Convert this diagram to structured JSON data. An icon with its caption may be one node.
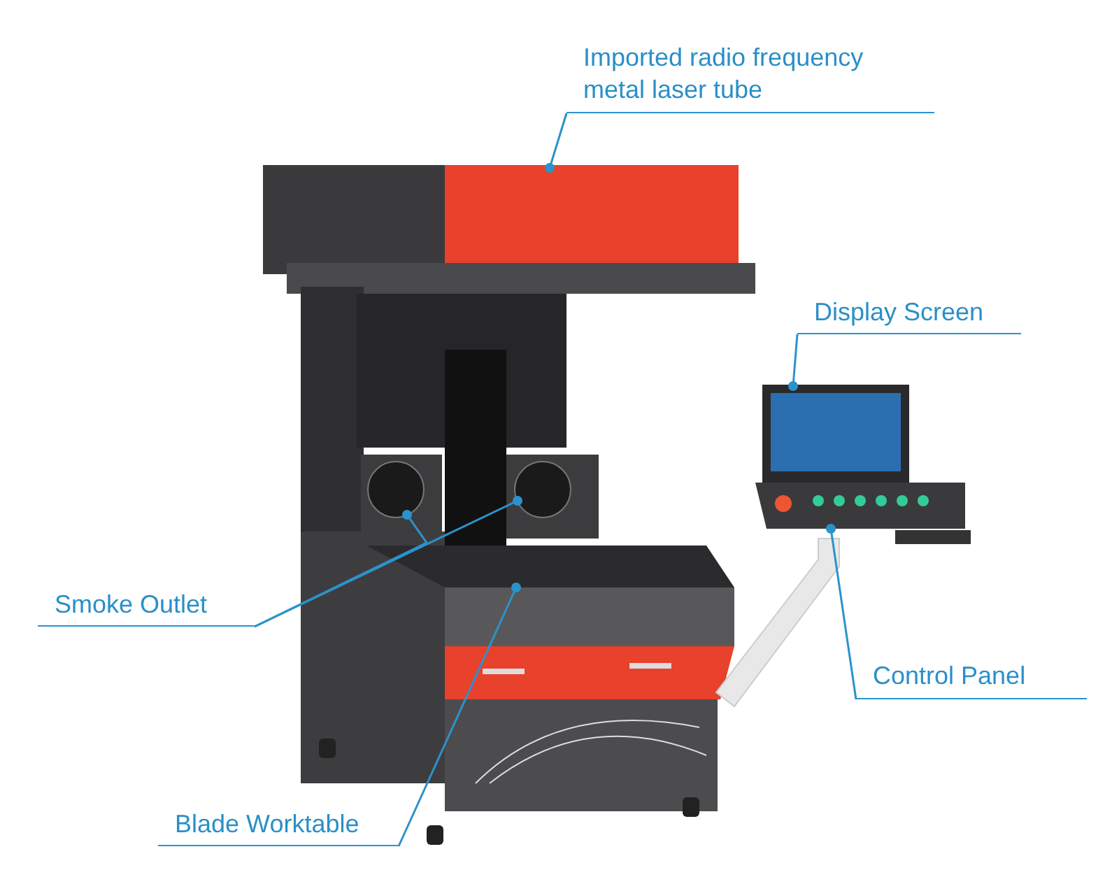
{
  "diagram": {
    "nodes": [
      {
        "text": [
          "Imported radio frequency metal laser tube"
        ]
      },
      {
        "text": [
          "Display Screen"
        ]
      },
      {
        "text": [
          "Smoke Outlet"
        ]
      },
      {
        "text": [
          "Control Panel"
        ]
      },
      {
        "text": [
          "Blade Worktable"
        ]
      },
      {
        "text": [],
        "shape": "box"
      },
      {
        "text": [],
        "shape": "box"
      },
      {
        "text": [],
        "shape": "circle"
      },
      {
        "text": [],
        "shape": "circle"
      },
      {
        "text": [],
        "shape": "box"
      },
      {
        "text": [],
        "shape": "box"
      }
    ],
    "edges": [
      {
        "from": 0,
        "to": 5,
        "arrow": "other"
      },
      {
        "from": 1,
        "to": 6,
        "arrow": "other"
      },
      {
        "from": 2,
        "to": 7,
        "arrow": "other"
      },
      {
        "from": 2,
        "to": 8,
        "arrow": "other"
      },
      {
        "from": 3,
        "to": 9,
        "arrow": "other"
      },
      {
        "from": 4,
        "to": 10,
        "arrow": "other"
      }
    ]
  }
}
